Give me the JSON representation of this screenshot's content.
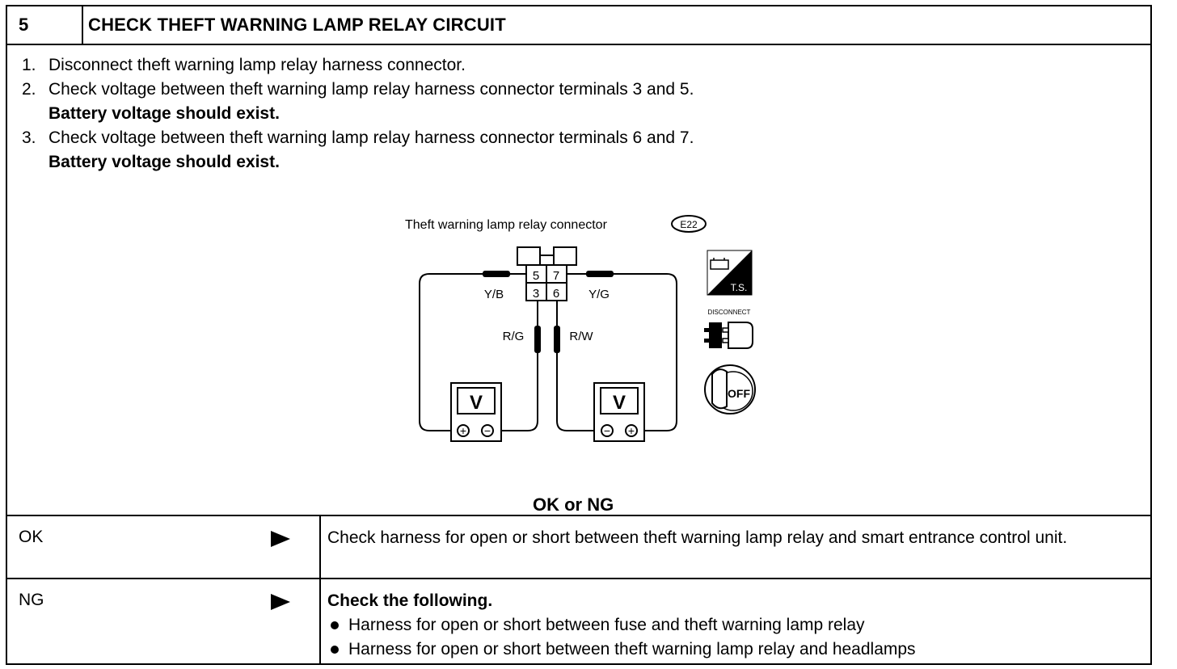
{
  "step": {
    "number": "5",
    "title": "CHECK THEFT WARNING LAMP RELAY CIRCUIT"
  },
  "instructions": [
    {
      "num": "1.",
      "text": "Disconnect theft warning lamp relay harness connector."
    },
    {
      "num": "2.",
      "text": "Check voltage between theft warning lamp relay harness connector terminals 3 and 5.",
      "bold": "Battery voltage should exist."
    },
    {
      "num": "3.",
      "text": "Check voltage between theft warning lamp relay harness connector terminals 6 and 7.",
      "bold": "Battery voltage should exist."
    }
  ],
  "diagram": {
    "connector_label": "Theft warning lamp relay connector",
    "connector_code": "E22",
    "terminals": {
      "t5": "5",
      "t7": "7",
      "t3": "3",
      "t6": "6"
    },
    "wires": {
      "yb": "Y/B",
      "yg": "Y/G",
      "rg": "R/G",
      "rw": "R/W"
    },
    "meter_symbol": "V",
    "plus": "+",
    "minus": "−",
    "icons": {
      "ts_label": "T.S.",
      "disconnect_label": "DISCONNECT",
      "off_label": "OFF"
    }
  },
  "result_prompt": "OK or NG",
  "results": {
    "ok": {
      "label": "OK",
      "text": "Check harness for open or short between theft warning lamp relay and smart entrance control unit."
    },
    "ng": {
      "label": "NG",
      "heading": "Check the following.",
      "items": [
        "Harness for open or short between fuse and theft warning lamp relay",
        "Harness for open or short between theft warning lamp relay and headlamps"
      ]
    }
  }
}
